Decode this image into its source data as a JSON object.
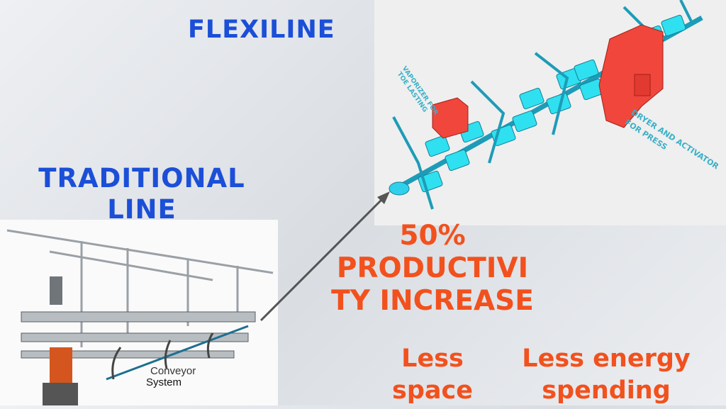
{
  "slide": {
    "flexiline_title": "FLEXILINE",
    "traditional_title_line1": "TRADITIONAL",
    "traditional_title_line2": "LINE",
    "productivity_line1": "50%",
    "productivity_line2": "PRODUCTIVI",
    "productivity_line3": "TY INCREASE",
    "benefit1_line1": "Less",
    "benefit1_line2": "space",
    "benefit2_line1": "Less energy",
    "benefit2_line2": "spending"
  },
  "flexiline_image": {
    "label_vaporizer_line1": "VAPORIZER FOR",
    "label_vaporizer_line2": "TOE LASTING",
    "label_dryer_line1": "DRYER AND ACTIVATOR",
    "label_dryer_line2": "FOR PRESS"
  },
  "traditional_image": {
    "caption_line1": "Conveyor",
    "caption_line2": "System"
  },
  "colors": {
    "title_blue": "#1b4fd8",
    "highlight_orange": "#f2511d",
    "machine_cyan": "#2fe0f0",
    "machine_red": "#f0463c"
  }
}
